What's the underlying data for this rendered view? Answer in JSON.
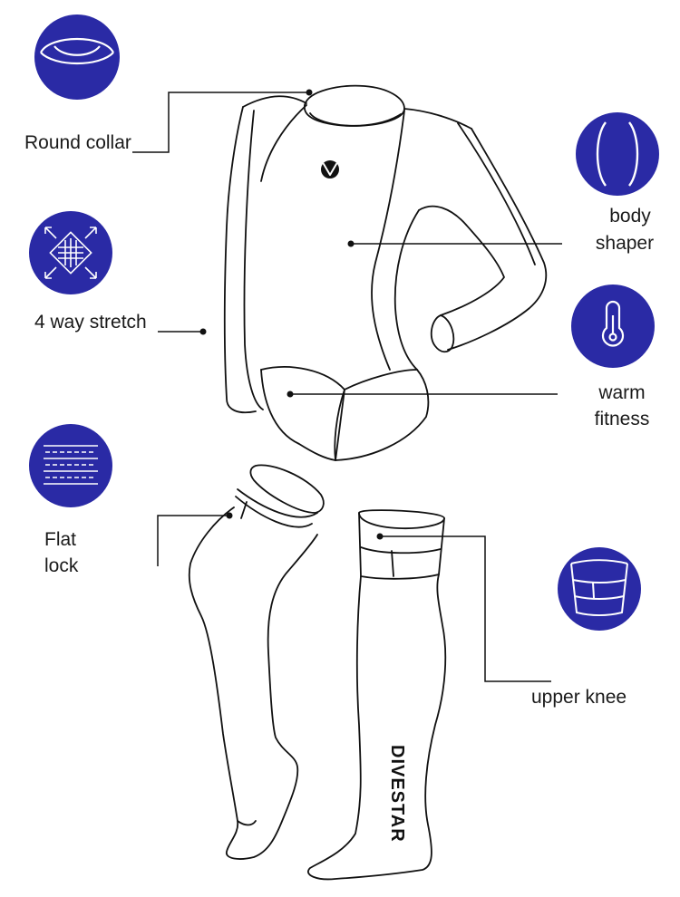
{
  "colors": {
    "badge_fill": "#2a2aa5",
    "badge_icon": "#ffffff",
    "outline": "#111111",
    "label_text": "#1a1a1a",
    "background": "#ffffff"
  },
  "features": {
    "round_collar": {
      "label": "Round collar",
      "icon": "collar-icon"
    },
    "four_way_stretch": {
      "label": "4 way stretch",
      "icon": "stretch-arrows-icon"
    },
    "flat_lock": {
      "line1": "Flat",
      "line2": "lock",
      "icon": "stitch-lines-icon"
    },
    "body_shaper": {
      "line1": "body",
      "line2": "shaper",
      "icon": "body-curve-icon"
    },
    "warm_fitness": {
      "line1": "warm",
      "line2": "fitness",
      "icon": "thermometer-icon"
    },
    "upper_knee": {
      "label": "upper knee",
      "icon": "knee-band-icon"
    }
  },
  "brand": {
    "sock_logo_text": "DIVESTAR"
  }
}
